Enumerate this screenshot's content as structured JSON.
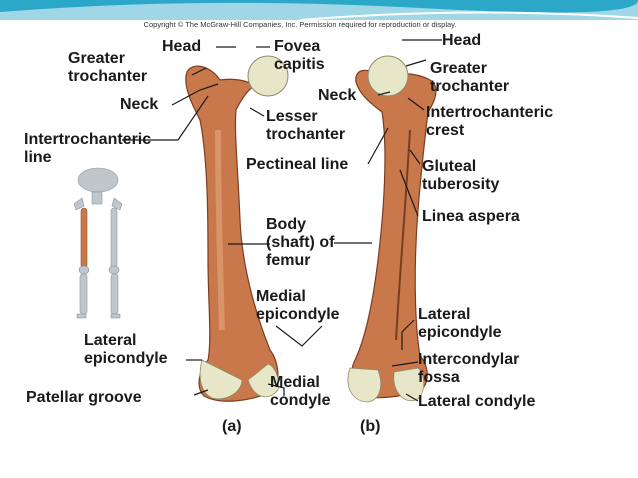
{
  "copyright": "Copyright © The McGraw-Hill Companies, Inc. Permission required for reproduction or display.",
  "labels_a": {
    "head": "Head",
    "fovea_capitis": [
      "Fovea",
      "capitis"
    ],
    "greater_trochanter": [
      "Greater",
      "trochanter"
    ],
    "neck": "Neck",
    "intertrochanteric_line": [
      "Intertrochanteric",
      "line"
    ],
    "lesser_trochanter": [
      "Lesser",
      "trochanter"
    ],
    "body": [
      "Body",
      "(shaft) of",
      "femur"
    ],
    "medial_epicondyle": [
      "Medial",
      "epicondyle"
    ],
    "lateral_epicondyle": [
      "Lateral",
      "epicondyle"
    ],
    "patellar_groove": "Patellar groove",
    "medial_condyle": [
      "Medial",
      "condyle"
    ]
  },
  "labels_b": {
    "head": "Head",
    "greater_trochanter": [
      "Greater",
      "trochanter"
    ],
    "neck": "Neck",
    "intertrochanteric_crest": [
      "Intertrochanteric",
      "crest"
    ],
    "pectineal_line": "Pectineal line",
    "gluteal_tuberosity": [
      "Gluteal",
      "tuberosity"
    ],
    "linea_aspera": "Linea aspera",
    "lateral_epicondyle": [
      "Lateral",
      "epicondyle"
    ],
    "intercondylar_fossa": [
      "Intercondylar",
      "fossa"
    ],
    "lateral_condyle": "Lateral condyle"
  },
  "figure_labels": [
    "(a)",
    "(b)"
  ],
  "colors": {
    "bone": "#c8784a",
    "bone_dark": "#9a5230",
    "cartilage": "#e8e6c8",
    "banner": "#2ba8c8",
    "skeleton": "#bfc6cc"
  }
}
